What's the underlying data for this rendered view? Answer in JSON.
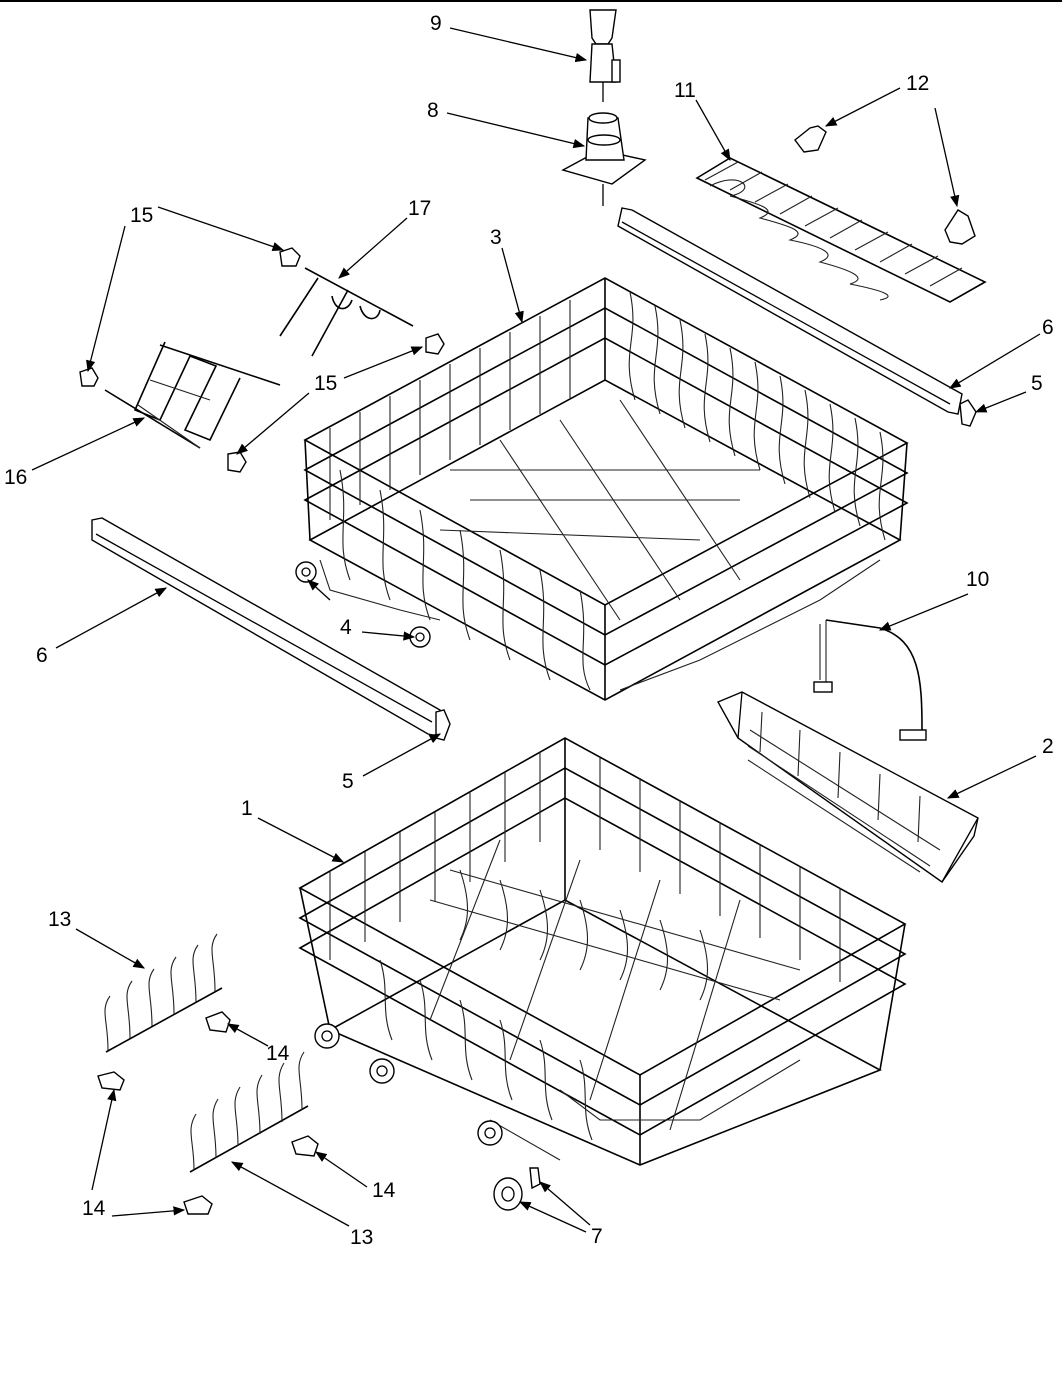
{
  "callouts": [
    {
      "key": "c9",
      "text": "9"
    },
    {
      "key": "c8",
      "text": "8"
    },
    {
      "key": "c11",
      "text": "11"
    },
    {
      "key": "c12",
      "text": "12"
    },
    {
      "key": "c15a",
      "text": "15"
    },
    {
      "key": "c17",
      "text": "17"
    },
    {
      "key": "c3",
      "text": "3"
    },
    {
      "key": "c6a",
      "text": "6"
    },
    {
      "key": "c5a",
      "text": "5"
    },
    {
      "key": "c15b",
      "text": "15"
    },
    {
      "key": "c16",
      "text": "16"
    },
    {
      "key": "c4",
      "text": "4"
    },
    {
      "key": "c6b",
      "text": "6"
    },
    {
      "key": "c10",
      "text": "10"
    },
    {
      "key": "c2",
      "text": "2"
    },
    {
      "key": "c5b",
      "text": "5"
    },
    {
      "key": "c1",
      "text": "1"
    },
    {
      "key": "c13a",
      "text": "13"
    },
    {
      "key": "c14a",
      "text": "14"
    },
    {
      "key": "c14b",
      "text": "14"
    },
    {
      "key": "c14c",
      "text": "14"
    },
    {
      "key": "c13b",
      "text": "13"
    },
    {
      "key": "c7",
      "text": "7"
    }
  ]
}
